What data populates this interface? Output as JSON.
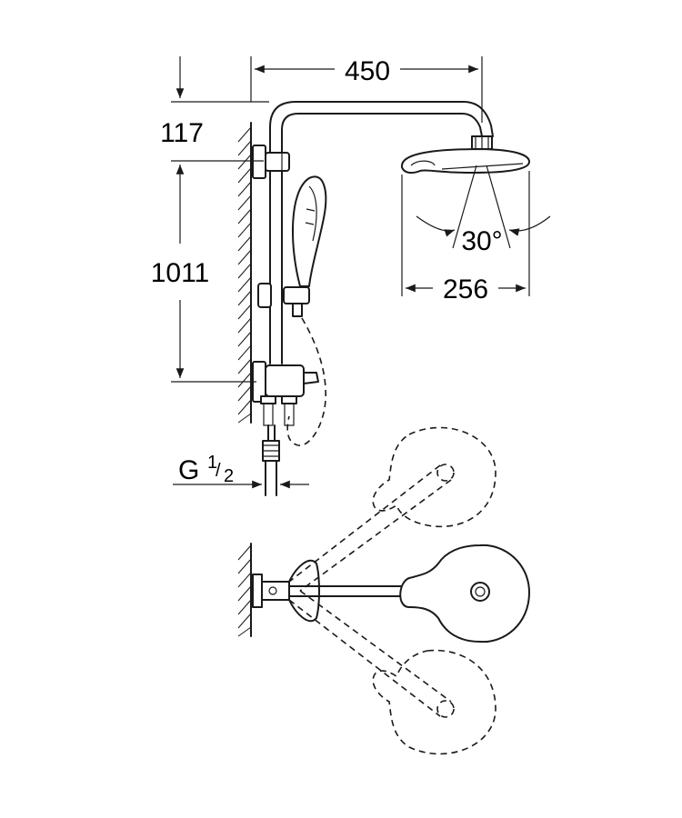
{
  "dimensions": {
    "width_top": "450",
    "top_offset": "117",
    "bar_height": "1011",
    "head_diameter": "256",
    "spray_angle": "30°",
    "thread_main": "G",
    "thread_num": "1",
    "thread_den": "2"
  }
}
